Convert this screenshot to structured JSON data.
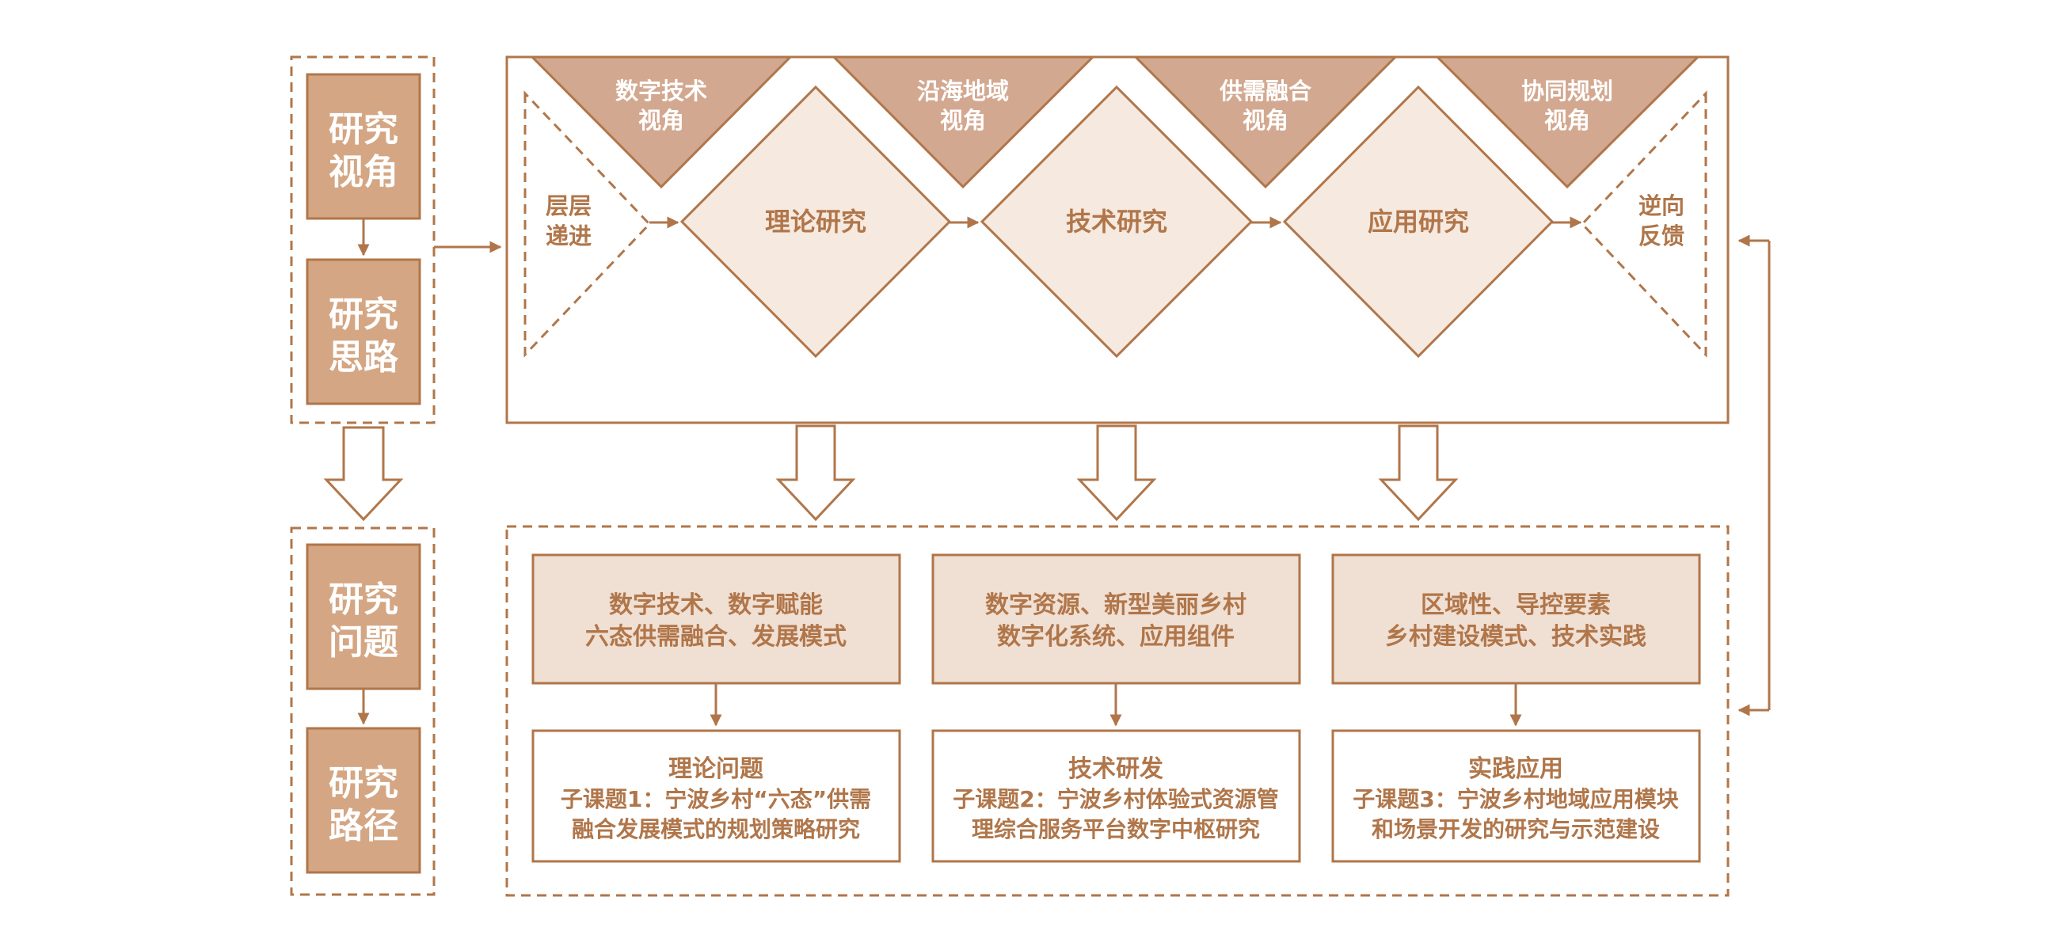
{
  "colors": {
    "stroke": "#B0764A",
    "box_fill": "#D4A683",
    "tri_fill": "#D3A890",
    "diamond_fill": "#F6E9DF",
    "band_fill": "#F0DFD3",
    "text_dark": "#B0764A",
    "text_light": "#ffffff"
  },
  "left": {
    "perspective": [
      "研究",
      "视角"
    ],
    "approach": [
      "研究",
      "思路"
    ],
    "problem": [
      "研究",
      "问题"
    ],
    "path": [
      "研究",
      "路径"
    ]
  },
  "perspectives": [
    [
      "数字技术",
      "视角"
    ],
    [
      "沿海地域",
      "视角"
    ],
    [
      "供需融合",
      "视角"
    ],
    [
      "协同规划",
      "视角"
    ]
  ],
  "progressive": [
    "层层",
    "递进"
  ],
  "feedback": [
    "逆向",
    "反馈"
  ],
  "diamonds": [
    "理论研究",
    "技术研究",
    "应用研究"
  ],
  "bands": [
    [
      "数字技术、数字赋能",
      "六态供需融合、发展模式"
    ],
    [
      "数字资源、新型美丽乡村",
      "数字化系统、应用组件"
    ],
    [
      "区域性、导控要素",
      "乡村建设模式、技术实践"
    ]
  ],
  "topics": [
    {
      "title": "理论问题",
      "lines": [
        "子课题1：宁波乡村“六态”供需",
        "融合发展模式的规划策略研究"
      ]
    },
    {
      "title": "技术研发",
      "lines": [
        "子课题2：宁波乡村体验式资源管",
        "理综合服务平台数字中枢研究"
      ]
    },
    {
      "title": "实践应用",
      "lines": [
        "子课题3：宁波乡村地域应用模块",
        "和场景开发的研究与示范建设"
      ]
    }
  ]
}
